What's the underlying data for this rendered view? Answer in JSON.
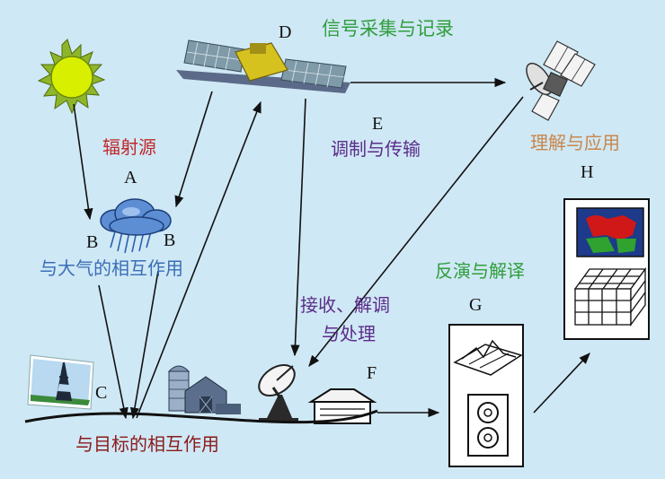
{
  "diagram": {
    "stage_labels": {
      "radiation_source": "辐射源",
      "atmosphere_interaction": "与大气的相互作用",
      "target_interaction": "与目标的相互作用",
      "signal_collection": "信号采集与记录",
      "modulation_transmission": "调制与传输",
      "receive_line1": "接收、解调",
      "receive_line2": "与处理",
      "inversion": "反演与解译",
      "understanding": "理解与应用"
    },
    "letters": {
      "a": "A",
      "b_left": "B",
      "b_right": "B",
      "c": "C",
      "d": "D",
      "e": "E",
      "f": "F",
      "g": "G",
      "h": "H"
    },
    "colors": {
      "background": "#cfe8f5",
      "radiation_source": "#c0292b",
      "atmosphere_interaction": "#3a6eb5",
      "target_interaction": "#8b1a1a",
      "signal_collection": "#2f9e3c",
      "modulation_transmission": "#5b2c8a",
      "receive": "#5b2c8a",
      "inversion": "#2f9e3c",
      "understanding": "#c9864a",
      "arrow": "#111111"
    },
    "icons": [
      "sun-icon",
      "cloud-rain-icon",
      "remote-sensing-satellite-icon",
      "relay-satellite-icon",
      "eiffel-tower-photo-icon",
      "farm-buildings-icon",
      "dish-antenna-icon",
      "ground-station-building-icon",
      "terrain-model-icon",
      "film-reel-icon",
      "thematic-map-icon",
      "data-cube-icon"
    ]
  }
}
